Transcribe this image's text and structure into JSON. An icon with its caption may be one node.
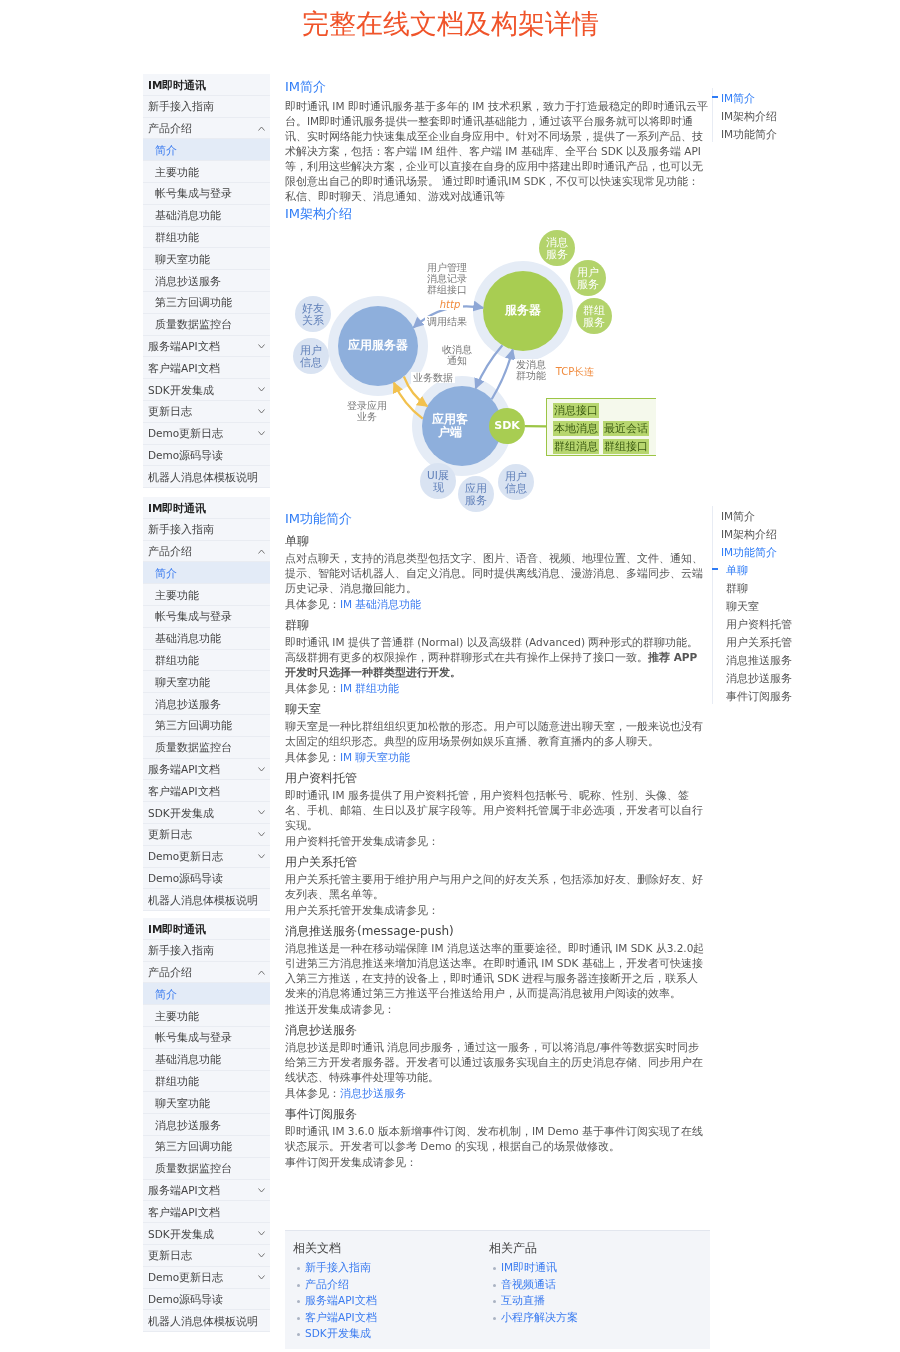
{
  "diagram": {
    "title": "完整在线文档及构架详情",
    "nodes": [
      {
        "text": [
          "消息服务"
        ]
      },
      {
        "text": [
          "用户服务"
        ]
      },
      {
        "text": [
          "服务器"
        ]
      },
      {
        "text": [
          "群组服务"
        ]
      },
      {
        "text": [
          "好友关系"
        ]
      },
      {
        "text": [
          "应用服务器"
        ]
      },
      {
        "text": [
          "用户信息"
        ]
      },
      {
        "text": [
          "应用客户端"
        ]
      },
      {
        "text": [
          "SDK"
        ]
      },
      {
        "text": [],
        "shape": "box"
      },
      {
        "text": [
          "消息接口"
        ],
        "in": 9
      },
      {
        "text": [
          "本地消息"
        ],
        "in": 9
      },
      {
        "text": [
          "最近会话"
        ],
        "in": 9
      },
      {
        "text": [
          "群组消息"
        ],
        "in": 9
      },
      {
        "text": [
          "群组接口"
        ],
        "in": 9
      },
      {
        "text": [
          "UI展现"
        ]
      },
      {
        "text": [
          "应用服务"
        ]
      },
      {
        "text": [
          "用户信息"
        ]
      }
    ],
    "edges": [
      {
        "from": 5,
        "to": 2,
        "arrow": "both",
        "label": "http"
      },
      {
        "from": 2,
        "to": 7,
        "arrow": "to",
        "label": "收消息通知"
      },
      {
        "from": 7,
        "to": 2,
        "arrow": "to",
        "label": "发消息群功能"
      },
      {
        "from": 5,
        "to": 7,
        "arrow": "to",
        "label": "业务数据",
        "color": "#f2c14e"
      },
      {
        "from": 7,
        "to": 5,
        "arrow": "to",
        "label": "登录应用业务",
        "color": "#f2c14e"
      },
      {
        "from": 8,
        "to": 9,
        "arrow": "none",
        "color": "#9cc545"
      }
    ],
    "labels": [
      "IM即时通讯",
      "新手接入指南",
      "产品介绍",
      "简介",
      "主要功能",
      "帐号集成与登录",
      "基础消息功能",
      "群组功能",
      "聊天室功能",
      "消息抄送服务",
      "第三方回调功能",
      "质量数据监控台",
      "服务端API文档",
      "客户端API文档",
      "SDK开发集成",
      "更新日志",
      "Demo更新日志",
      "Demo源码导读",
      "机器人消息体模板说明",
      "IM即时通讯",
      "新手接入指南",
      "产品介绍",
      "简介",
      "主要功能",
      "帐号集成与登录",
      "基础消息功能",
      "群组功能",
      "聊天室功能",
      "消息抄送服务",
      "第三方回调功能",
      "质量数据监控台",
      "服务端API文档",
      "客户端API文档",
      "SDK开发集成",
      "更新日志",
      "Demo更新日志",
      "Demo源码导读",
      "机器人消息体模板说明",
      "IM即时通讯",
      "新手接入指南",
      "产品介绍",
      "简介",
      "主要功能",
      "帐号集成与登录",
      "基础消息功能",
      "群组功能",
      "聊天室功能",
      "消息抄送服务",
      "第三方回调功能",
      "质量数据监控台",
      "服务端API文档",
      "客户端API文档",
      "SDK开发集成",
      "更新日志",
      "Demo更新日志",
      "Demo源码导读",
      "机器人消息体模板说明",
      "IM简介",
      "IM架构介绍",
      "IM功能简介",
      "IM简介",
      "IM架构介绍",
      "IM功能简介",
      "单聊",
      "群聊",
      "聊天室",
      "用户资料托管",
      "用户关系托管",
      "消息推送服务",
      "消息抄送服务",
      "事件订阅服务",
      "IM简介",
      "即时通讯 IM 即时通讯服务基于多年的 IM 技术积累，致力于打造最稳定的即时通讯云平台。IM即时通讯服务提供一整套即时通讯基础能力，通过该平台服务就可以将即时通讯、实时网络能力快速集成至企业自身应用中。针对不同场景，提供了一系列产品、技术解决方案，包括：客户端 IM 组件、客户端 IM 基础库、全平台 SDK 以及服务端 API 等，利用这些解决方案，企业可以直接在自身的应用中搭建出即时通讯产品，也可以无限创意出自己的即时通讯场景。 通过即时通讯IM SDK，不仅可以快速实现常见功能：私信、即时聊天、消息通知、游戏对战通讯等",
      "IM架构介绍",
      "用户管理消息记录群组接口",
      "调用结果",
      "TCP长连",
      "IM功能简介",
      "单聊",
      "点对点聊天，支持的消息类型包括文字、图片、语音、视频、地理位置、文件、通知、提示、智能对话机器人、自定义消息。同时提供离线消息、漫游消息、多端同步、云端历史记录、消息撤回能力。",
      "具体参见：",
      "IM 基础消息功能",
      "群聊",
      "即时通讯 IM 提供了普通群 (Normal) 以及高级群 (Advanced) 两种形式的群聊功能。高级群拥有更多的权限操作，两种群聊形式在共有操作上保持了接口一致。**推荐 APP 开发时只选择一种群类型进行开发。**",
      "具体参见：",
      "IM 群组功能",
      "聊天室",
      "聊天室是一种比群组组织更加松散的形态。用户可以随意进出聊天室，一般来说也没有太固定的组织形态。典型的应用场景例如娱乐直播、教育直播内的多人聊天。",
      "具体参见：",
      "IM 聊天室功能",
      "用户资料托管",
      "即时通讯 IM 服务提供了用户资料托管，用户资料包括帐号、昵称、性别、头像、签名、手机、邮箱、生日以及扩展字段等。用户资料托管属于非必选项，开发者可以自行实现。",
      "用户资料托管开发集成请参见：",
      "用户关系托管",
      "用户关系托管主要用于维护用户与用户之间的好友关系，包括添加好友、删除好友、好友列表、黑名单等。",
      "用户关系托管开发集成请参见：",
      "消息推送服务(message-push)",
      "消息推送是一种在移动端保障 IM 消息送达率的重要途径。即时通讯 IM SDK 从3.2.0起引进第三方消息推送来增加消息送达率。在即时通讯 IM SDK 基础上，开发者可快速接入第三方推送，在支持的设备上，即时通讯 SDK 进程与服务器连接断开之后，联系人发来的消息将通过第三方推送平台推送给用户，从而提高消息被用户阅读的效率。",
      "推送开发集成请参见：",
      "消息抄送服务",
      "消息抄送是即时通讯 消息同步服务，通过这一服务，可以将消息/事件等数据实时同步给第三方开发者服务器。开发者可以通过该服务实现自主的历史消息存储、同步用户在线状态、特殊事件处理等功能。",
      "具体参见：",
      "消息抄送服务",
      "事件订阅服务",
      "即时通讯 IM 3.6.0 版本新增事件订阅、发布机制，IM Demo 基于事件订阅实现了在线状态展示。开发者可以参考 Demo 的实现，根据自己的场景做修改。",
      "事件订阅开发集成请参见：",
      "相关文档",
      "新手接入指南",
      "产品介绍",
      "服务端API文档",
      "客户端API文档",
      "SDK开发集成",
      "相关产品",
      "IM即时通讯",
      "音视频通话",
      "互动直播",
      "小程序解决方案"
    ]
  }
}
